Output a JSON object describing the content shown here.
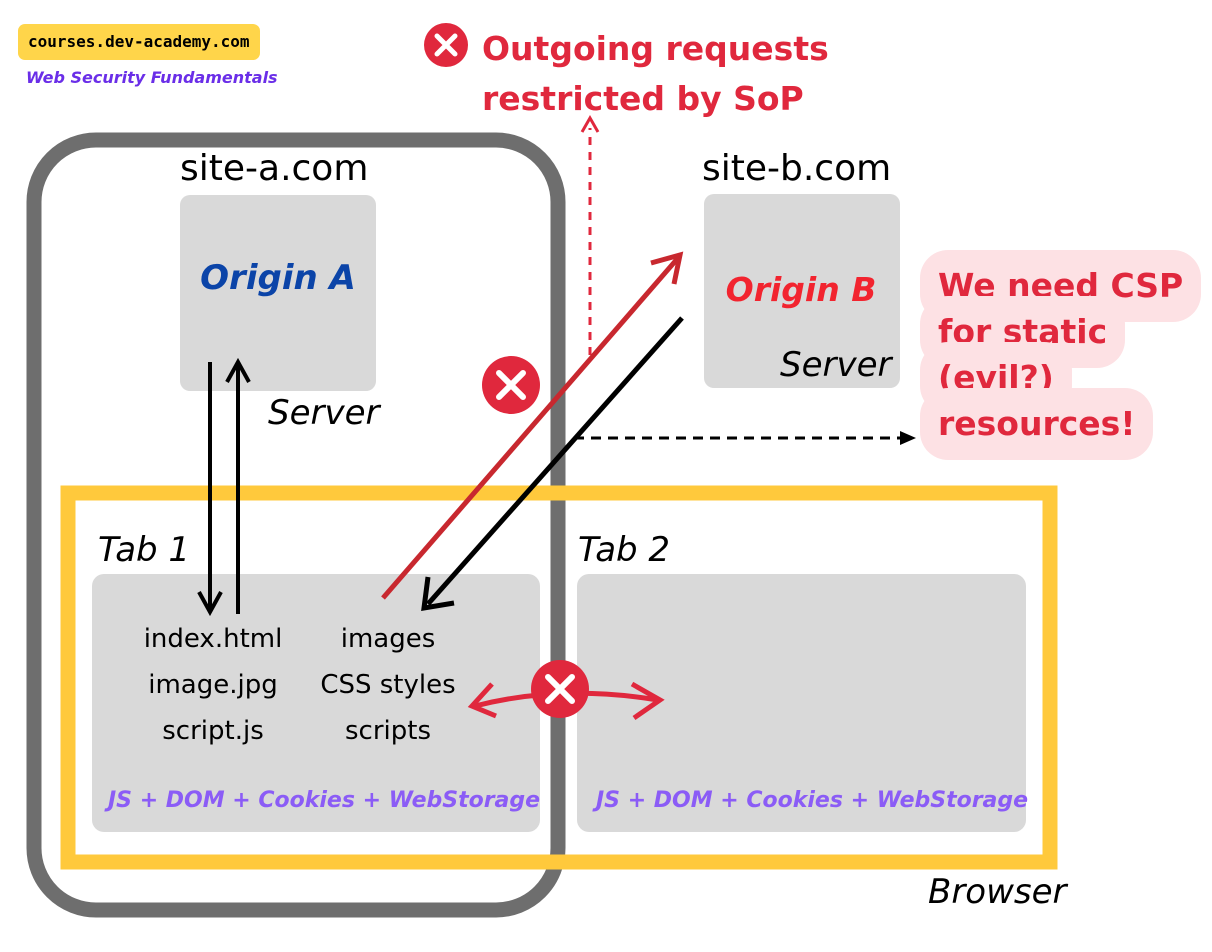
{
  "header": {
    "url_badge": "courses.dev-academy.com",
    "course_name": "Web Security Fundamentals"
  },
  "warning": {
    "line1": "Outgoing requests",
    "line2": "restricted by SoP",
    "color": "#e0283d"
  },
  "site_a": {
    "domain": "site-a.com",
    "origin": "Origin A",
    "server": "Server",
    "color": "#0b44a8"
  },
  "site_b": {
    "domain": "site-b.com",
    "origin": "Origin B",
    "server": "Server",
    "color": "#f2242f"
  },
  "note": {
    "lines": [
      "We need CSP",
      "for static",
      "(evil?)",
      "resources!"
    ]
  },
  "browser": {
    "label": "Browser",
    "tab1": {
      "label": "Tab 1",
      "own_files": [
        "index.html",
        "image.jpg",
        "script.js"
      ],
      "external_resources": [
        "images",
        "CSS styles",
        "scripts"
      ],
      "footer": "JS + DOM + Cookies + WebStorage"
    },
    "tab2": {
      "label": "Tab 2",
      "footer": "JS + DOM + Cookies + WebStorage"
    }
  },
  "colors": {
    "blocked_red": "#e0283d",
    "browser_yellow": "#ffc93c",
    "origin_boundary_gray": "#6e6e6e",
    "api_purple": "#8b5cf6"
  },
  "icons": [
    "blocked-x-icon",
    "blocked-x-icon",
    "blocked-x-icon"
  ]
}
